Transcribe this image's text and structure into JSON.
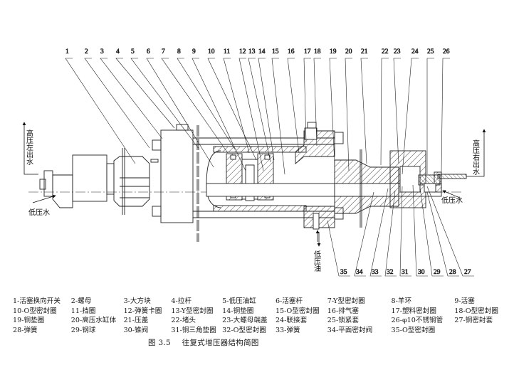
{
  "figure": {
    "number": "图 3.5",
    "title": "往复式增压器结构简图"
  },
  "flow_labels": {
    "high_pressure_left_out": "高压左出水",
    "high_pressure_right_out": "高压右出水",
    "low_pressure_water_left": "低压水",
    "low_pressure_water_right": "低压水",
    "low_pressure_oil": "低压油"
  },
  "top_callouts": [
    "1",
    "2",
    "3",
    "4",
    "5",
    "6",
    "7",
    "8",
    "9",
    "10",
    "11",
    "12",
    "13",
    "14",
    "15",
    "16",
    "17",
    "18",
    "19",
    "20",
    "21",
    "22",
    "23",
    "24",
    "25",
    "26"
  ],
  "bottom_callouts": [
    "35",
    "34",
    "33",
    "32",
    "31",
    "30",
    "29",
    "28",
    "27"
  ],
  "legend": {
    "rows": [
      [
        "1-活塞换向开关",
        "2-螺母",
        "3-大方块",
        "4-拉杆",
        "5-低压油缸",
        "6-活塞杆",
        "7-Y型密封圈",
        "8-羊环",
        "9-活塞"
      ],
      [
        "10-O型密封圈",
        "11-挡圈",
        "12-弹簧卡圈",
        "13-Y型密封圈",
        "14-铜垫圈",
        "15-O型密封圈",
        "16-排气塞",
        "17-塑料密封圈",
        "18-O型密封圈"
      ],
      [
        "19-铜垫圈",
        "20-高压水缸体",
        "21-压盖",
        "22-堵头",
        "23-大螺母端盖",
        "24-联接套",
        "25-锁紧套",
        "26-φ10不锈钢管",
        "27-铜密封套"
      ],
      [
        "28-弹簧",
        "29-钢球",
        "30-锥阀",
        "31-铜三角垫圈",
        "32-O型密封圈",
        "33-弹簧",
        "34-平面密封阀",
        "35-O型密封圈",
        ""
      ]
    ]
  }
}
